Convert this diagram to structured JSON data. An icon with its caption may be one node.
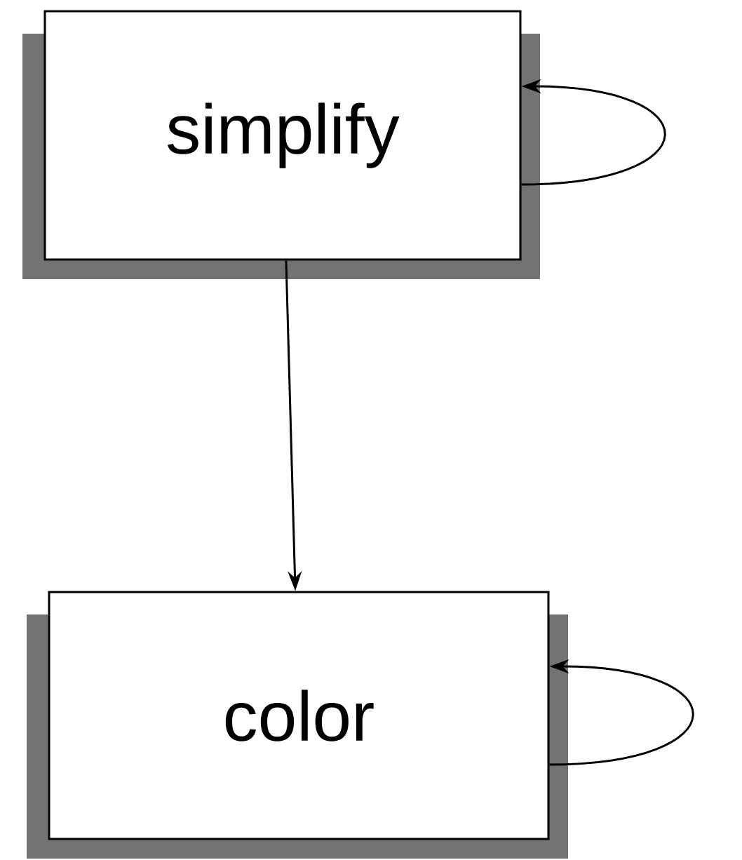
{
  "diagram": {
    "nodes": [
      {
        "text": [
          "simplify"
        ]
      },
      {
        "text": [
          "color"
        ]
      }
    ],
    "edges": [
      {
        "from": 0,
        "to": 0,
        "arrow": "to"
      },
      {
        "from": 0,
        "to": 1,
        "arrow": "to"
      },
      {
        "from": 1,
        "to": 1,
        "arrow": "to"
      }
    ]
  }
}
